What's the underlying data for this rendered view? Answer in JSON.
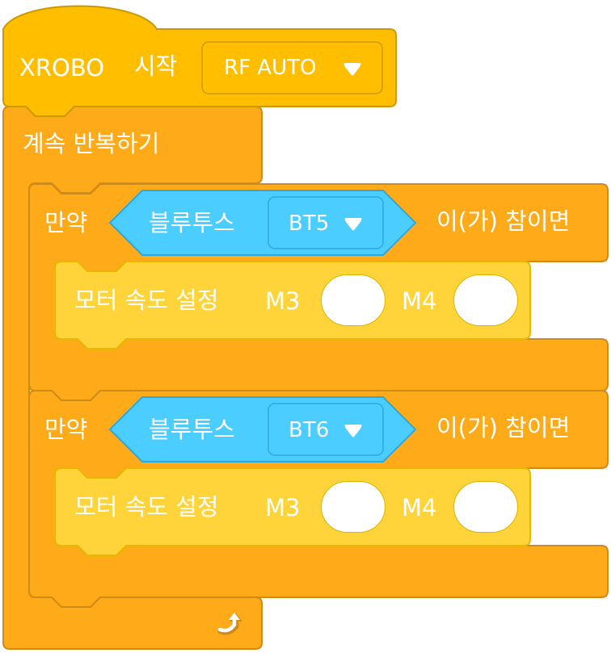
{
  "colors": {
    "event_fill": "#ffbf00",
    "event_stroke": "#cc9900",
    "control_fill": "#ffab19",
    "control_stroke": "#cf8b17",
    "motor_fill": "#ffd43b",
    "motor_stroke": "#e6b800",
    "sensor_fill": "#4ccdff",
    "sensor_stroke": "#2ea8dc",
    "text": "#ffffff"
  },
  "hat_block": {
    "label_xrobo": "XROBO",
    "label_start": "시작",
    "dropdown_value": "RF AUTO"
  },
  "forever_block": {
    "label": "계속 반복하기",
    "loop_icon": "loop-arrow-icon"
  },
  "if_blocks": [
    {
      "if_label": "만약",
      "sensor_label": "블루투스",
      "sensor_value": "BT5",
      "condition_suffix": "이(가) 참이면",
      "motor": {
        "label": "모터 속도 설정",
        "m3_label": "M3",
        "m4_label": "M4",
        "m3_value": "",
        "m4_value": ""
      }
    },
    {
      "if_label": "만약",
      "sensor_label": "블루투스",
      "sensor_value": "BT6",
      "condition_suffix": "이(가) 참이면",
      "motor": {
        "label": "모터 속도 설정",
        "m3_label": "M3",
        "m4_label": "M4",
        "m3_value": "",
        "m4_value": ""
      }
    }
  ]
}
